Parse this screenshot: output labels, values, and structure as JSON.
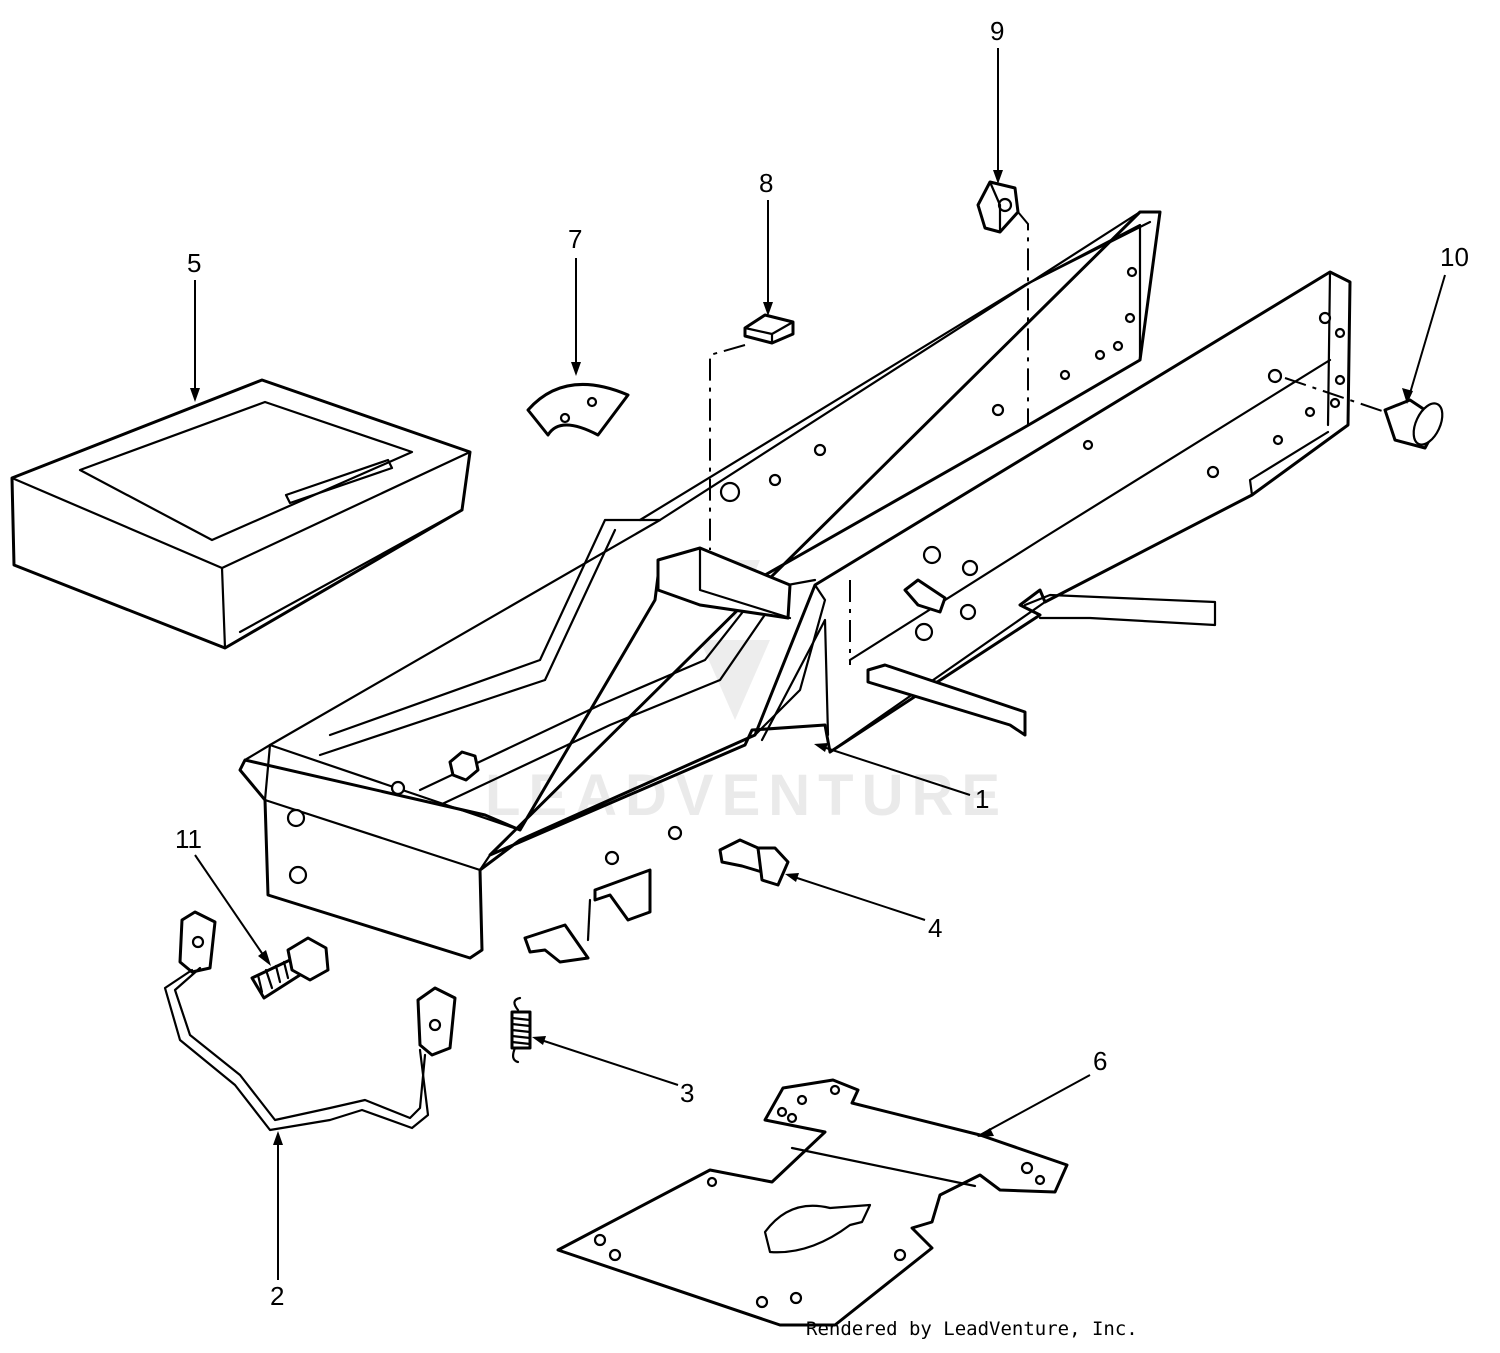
{
  "diagram": {
    "callouts": [
      {
        "id": "1",
        "label": "1"
      },
      {
        "id": "2",
        "label": "2"
      },
      {
        "id": "3",
        "label": "3"
      },
      {
        "id": "4",
        "label": "4"
      },
      {
        "id": "5",
        "label": "5"
      },
      {
        "id": "6",
        "label": "6"
      },
      {
        "id": "7",
        "label": "7"
      },
      {
        "id": "8",
        "label": "8"
      },
      {
        "id": "9",
        "label": "9"
      },
      {
        "id": "10",
        "label": "10"
      },
      {
        "id": "11",
        "label": "11"
      }
    ],
    "watermark": "LEADVENTURE",
    "credit": "Rendered by LeadVenture, Inc."
  }
}
